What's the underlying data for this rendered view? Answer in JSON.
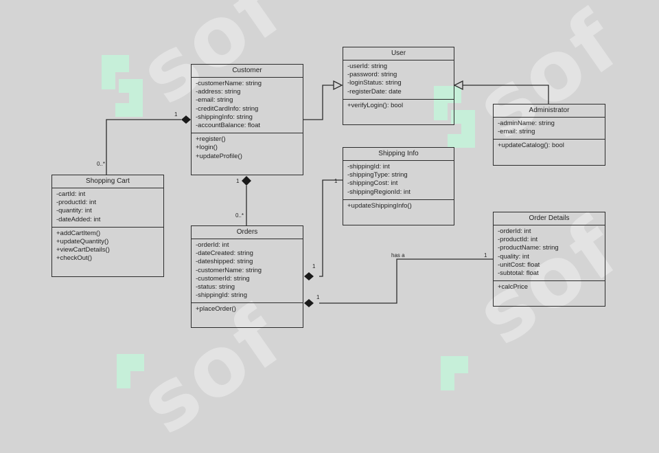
{
  "brand": {
    "watermark_text": "sof",
    "watermark_color": "#ffffff",
    "accent_mint": "#b9f3d4"
  },
  "classes": {
    "user": {
      "name": "User",
      "attributes": [
        "-userId: string",
        "-password: string",
        "-loginStatus: string",
        "-registerDate: date"
      ],
      "methods": [
        "+verifyLogin(): bool"
      ]
    },
    "customer": {
      "name": "Customer",
      "attributes": [
        "-customerName: string",
        "-address: string",
        "-email: string",
        "-creditCardInfo: string",
        "-shippingInfo: string",
        "-accountBalance: float"
      ],
      "methods": [
        "+register()",
        "+login()",
        "+updateProfile()"
      ]
    },
    "administrator": {
      "name": "Administrator",
      "attributes": [
        "-adminName: string",
        "-email: string"
      ],
      "methods": [
        "+updateCatalog(): bool"
      ]
    },
    "shopping_cart": {
      "name": "Shopping Cart",
      "attributes": [
        "-cartId: int",
        "-productId: int",
        "-quantity: int",
        "-dateAdded: int"
      ],
      "methods": [
        "+addCartItem()",
        "+updateQuantity()",
        "+viewCartDetails()",
        "+checkOut()"
      ]
    },
    "orders": {
      "name": "Orders",
      "attributes": [
        "-orderId: int",
        "-dateCreated: string",
        "-dateshipped: string",
        "-customerName: string",
        "-customerId: string",
        "-status: string",
        "-shippingId: string"
      ],
      "methods": [
        "+placeOrder()"
      ]
    },
    "shipping_info": {
      "name": "Shipping Info",
      "attributes": [
        "-shippingId: int",
        "-shippingType: string",
        "-shippingCost: int",
        "-shippingRegionId: int"
      ],
      "methods": [
        "+updateShippingInfo()"
      ]
    },
    "order_details": {
      "name": "Order Details",
      "attributes": [
        "-orderId: int",
        "-productId: int",
        "-productName: string",
        "-quality: int",
        "-unitCost: float",
        "-subtotal: float"
      ],
      "methods": [
        "+calcPrice"
      ]
    }
  },
  "multiplicities": {
    "customer_cart_customer_side": "1",
    "customer_cart_cart_side": "0..*",
    "customer_orders_customer_side": "1",
    "customer_orders_orders_side": "0..*",
    "orders_shipping_shipping_side": "1",
    "orders_shipping_orders_side": "1",
    "orders_details_orders_side": "1",
    "orders_details_details_side": "1",
    "orders_details_label": "has a"
  }
}
